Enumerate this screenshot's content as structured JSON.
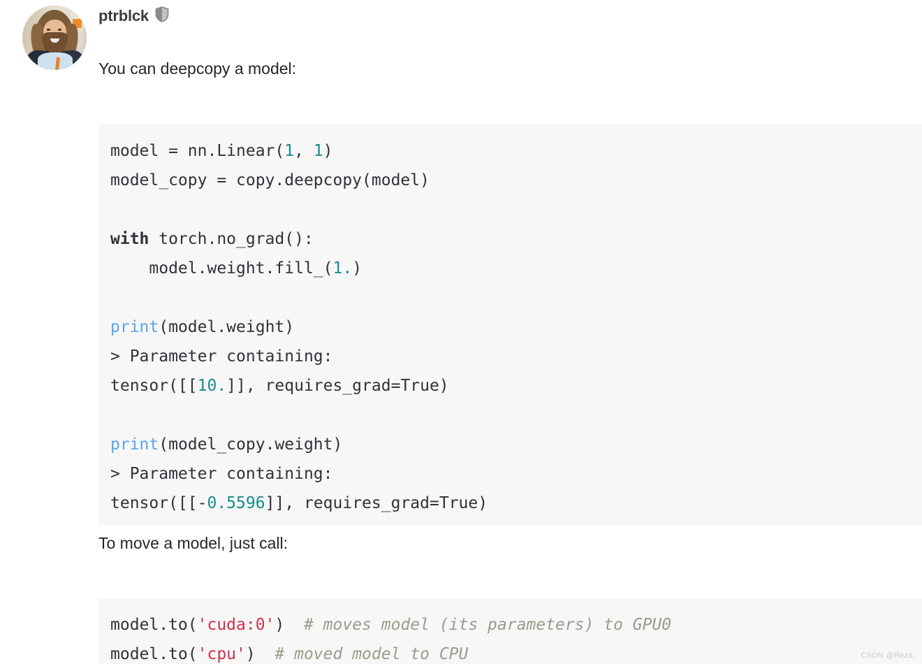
{
  "post": {
    "author": {
      "name": "ptrblck",
      "badge_icon": "shield-icon",
      "avatar_alt": "ptrblck avatar photo"
    },
    "paragraphs": [
      "You can deepcopy a model:",
      "To move a model, just call:"
    ]
  },
  "code_blocks": [
    {
      "id": "deepcopy-example",
      "language": "python",
      "lines": [
        [
          {
            "t": "model = nn.Linear(",
            "c": "plain"
          },
          {
            "t": "1",
            "c": "num"
          },
          {
            "t": ", ",
            "c": "plain"
          },
          {
            "t": "1",
            "c": "num"
          },
          {
            "t": ")",
            "c": "plain"
          }
        ],
        [
          {
            "t": "model_copy = copy.deepcopy(model)",
            "c": "plain"
          }
        ],
        [],
        [
          {
            "t": "with",
            "c": "kw"
          },
          {
            "t": " torch.no_grad():",
            "c": "plain"
          }
        ],
        [
          {
            "t": "    model.weight.fill_(",
            "c": "plain"
          },
          {
            "t": "1.",
            "c": "num"
          },
          {
            "t": ")",
            "c": "plain"
          }
        ],
        [],
        [
          {
            "t": "print",
            "c": "fn"
          },
          {
            "t": "(model.weight)",
            "c": "plain"
          }
        ],
        [
          {
            "t": "> Parameter containing:",
            "c": "plain"
          }
        ],
        [
          {
            "t": "tensor([[",
            "c": "plain"
          },
          {
            "t": "10.",
            "c": "num"
          },
          {
            "t": "]], requires_grad=True)",
            "c": "plain"
          }
        ],
        [],
        [
          {
            "t": "print",
            "c": "fn"
          },
          {
            "t": "(model_copy.weight)",
            "c": "plain"
          }
        ],
        [
          {
            "t": "> Parameter containing:",
            "c": "plain"
          }
        ],
        [
          {
            "t": "tensor([[-",
            "c": "plain"
          },
          {
            "t": "0.5596",
            "c": "num"
          },
          {
            "t": "]], requires_grad=True)",
            "c": "plain"
          }
        ]
      ]
    },
    {
      "id": "device-move-example",
      "language": "python",
      "lines": [
        [
          {
            "t": "model.to(",
            "c": "plain"
          },
          {
            "t": "'cuda:0'",
            "c": "str"
          },
          {
            "t": ")  ",
            "c": "plain"
          },
          {
            "t": "# moves model (its parameters) to GPU0",
            "c": "cmt"
          }
        ],
        [
          {
            "t": "model.to(",
            "c": "plain"
          },
          {
            "t": "'cpu'",
            "c": "str"
          },
          {
            "t": ")  ",
            "c": "plain"
          },
          {
            "t": "# moved model to CPU",
            "c": "cmt"
          }
        ]
      ]
    }
  ],
  "watermark": "CSDN @Reza.",
  "colors": {
    "code_background": "#f7f7f8",
    "number": "#178c8c",
    "function": "#5aa6e8",
    "string": "#d0304a",
    "comment": "#9b9b8c",
    "text": "#232629",
    "username": "#3b3b3b",
    "badge": "#8a8a8a",
    "watermark": "#c9c9c9"
  }
}
